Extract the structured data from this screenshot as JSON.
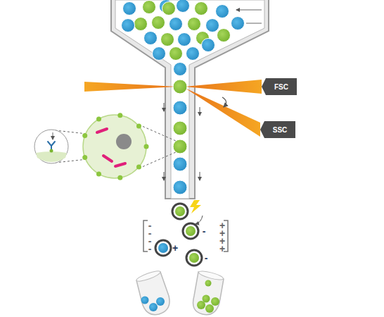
{
  "diagram": {
    "nodes": [
      {
        "text": [
          "FSC"
        ]
      },
      {
        "text": [
          "SSC"
        ]
      }
    ],
    "labels": [
      "-",
      "-",
      "-",
      "-",
      "+",
      "+",
      "+",
      "+",
      "-",
      "+",
      "-"
    ]
  }
}
